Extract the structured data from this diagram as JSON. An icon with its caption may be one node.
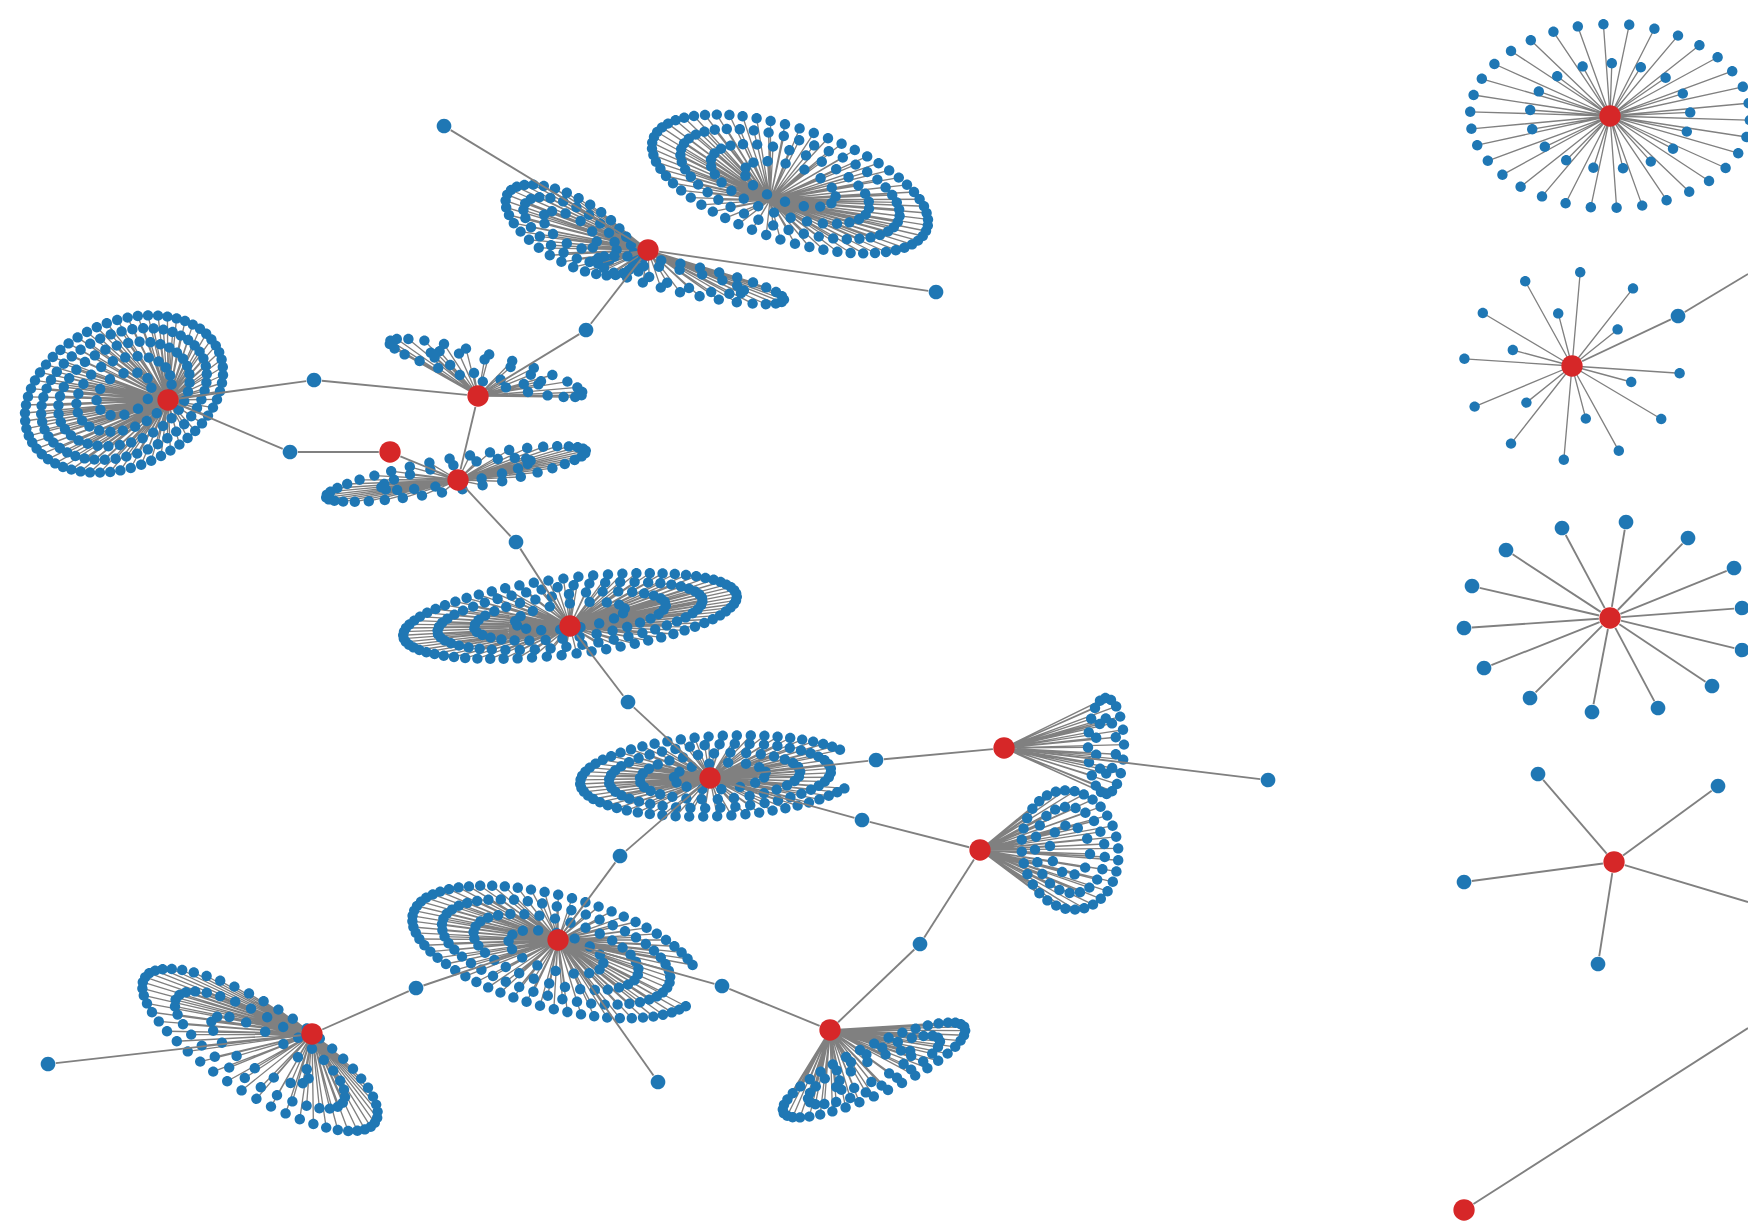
{
  "diagram": {
    "nodes": [
      {
        "text": [],
        "shape": "circle"
      },
      {
        "text": [],
        "shape": "circle"
      },
      {
        "text": [],
        "shape": "circle"
      },
      {
        "text": [],
        "shape": "circle"
      },
      {
        "text": [],
        "shape": "circle"
      },
      {
        "text": [],
        "shape": "circle"
      },
      {
        "text": [],
        "shape": "circle"
      },
      {
        "text": [],
        "shape": "circle"
      },
      {
        "text": [],
        "shape": "circle"
      },
      {
        "text": [],
        "shape": "circle"
      },
      {
        "text": [],
        "shape": "circle"
      },
      {
        "text": [],
        "shape": "circle"
      },
      {
        "text": [],
        "shape": "circle"
      },
      {
        "text": [],
        "shape": "circle"
      },
      {
        "text": [],
        "shape": "circle"
      },
      {
        "text": [],
        "shape": "circle"
      },
      {
        "text": [],
        "shape": "circle"
      },
      {
        "text": [],
        "shape": "circle"
      },
      {
        "text": [],
        "shape": "circle"
      },
      {
        "text": [],
        "shape": "circle"
      },
      {
        "text": [],
        "shape": "circle"
      },
      {
        "text": [],
        "shape": "circle"
      },
      {
        "text": [],
        "shape": "circle"
      },
      {
        "text": [],
        "shape": "circle"
      },
      {
        "text": [],
        "shape": "circle"
      },
      {
        "text": [],
        "shape": "circle"
      },
      {
        "text": [],
        "shape": "circle"
      },
      {
        "text": [],
        "shape": "circle"
      },
      {
        "text": [],
        "shape": "circle"
      },
      {
        "text": [],
        "shape": "circle"
      },
      {
        "text": [],
        "shape": "circle"
      },
      {
        "text": [],
        "shape": "circle"
      },
      {
        "text": [],
        "shape": "circle"
      },
      {
        "text": [],
        "shape": "circle"
      },
      {
        "text": [],
        "shape": "circle"
      },
      {
        "text": [],
        "shape": "circle"
      },
      {
        "text": [],
        "shape": "circle"
      },
      {
        "text": [],
        "shape": "circle"
      },
      {
        "text": [],
        "shape": "circle"
      },
      {
        "text": [],
        "shape": "circle"
      },
      {
        "text": [],
        "shape": "circle"
      },
      {
        "text": [],
        "shape": "circle"
      },
      {
        "text": [],
        "shape": "circle"
      },
      {
        "text": [],
        "shape": "circle"
      },
      {
        "text": [],
        "shape": "circle"
      },
      {
        "text": [],
        "shape": "circle"
      },
      {
        "text": [],
        "shape": "circle"
      },
      {
        "text": [],
        "shape": "circle"
      },
      {
        "text": [],
        "shape": "circle"
      },
      {
        "text": [],
        "shape": "circle"
      },
      {
        "text": [],
        "shape": "circle"
      },
      {
        "text": [],
        "shape": "circle"
      }
    ],
    "edges": [
      {
        "from": 17,
        "to": 0,
        "arrow": "none"
      },
      {
        "from": 18,
        "to": 0,
        "arrow": "none"
      },
      {
        "from": 0,
        "to": 19,
        "arrow": "none"
      },
      {
        "from": 19,
        "to": 2,
        "arrow": "none"
      },
      {
        "from": 1,
        "to": 20,
        "arrow": "none"
      },
      {
        "from": 20,
        "to": 2,
        "arrow": "none"
      },
      {
        "from": 1,
        "to": 21,
        "arrow": "none"
      },
      {
        "from": 21,
        "to": 4,
        "arrow": "none"
      },
      {
        "from": 4,
        "to": 3,
        "arrow": "none"
      },
      {
        "from": 2,
        "to": 3,
        "arrow": "none"
      },
      {
        "from": 3,
        "to": 22,
        "arrow": "none"
      },
      {
        "from": 22,
        "to": 5,
        "arrow": "none"
      },
      {
        "from": 5,
        "to": 23,
        "arrow": "none"
      },
      {
        "from": 23,
        "to": 6,
        "arrow": "none"
      },
      {
        "from": 6,
        "to": 24,
        "arrow": "none"
      },
      {
        "from": 24,
        "to": 9,
        "arrow": "none"
      },
      {
        "from": 6,
        "to": 25,
        "arrow": "none"
      },
      {
        "from": 25,
        "to": 8,
        "arrow": "none"
      },
      {
        "from": 6,
        "to": 26,
        "arrow": "none"
      },
      {
        "from": 26,
        "to": 7,
        "arrow": "none"
      },
      {
        "from": 7,
        "to": 27,
        "arrow": "none"
      },
      {
        "from": 8,
        "to": 28,
        "arrow": "none"
      },
      {
        "from": 28,
        "to": 11,
        "arrow": "none"
      },
      {
        "from": 9,
        "to": 29,
        "arrow": "none"
      },
      {
        "from": 29,
        "to": 11,
        "arrow": "none"
      },
      {
        "from": 9,
        "to": 30,
        "arrow": "none"
      },
      {
        "from": 30,
        "to": 10,
        "arrow": "none"
      },
      {
        "from": 9,
        "to": 31,
        "arrow": "none"
      },
      {
        "from": 10,
        "to": 32,
        "arrow": "none"
      },
      {
        "from": 33,
        "to": null,
        "arrow": "none"
      },
      {
        "from": 13,
        "to": 33,
        "arrow": "none"
      },
      {
        "from": 15,
        "to": null,
        "arrow": "none"
      },
      {
        "from": 16,
        "to": null,
        "arrow": "none"
      },
      {
        "from": 15,
        "to": 34,
        "arrow": "none"
      },
      {
        "from": 15,
        "to": 35,
        "arrow": "none"
      },
      {
        "from": 15,
        "to": 36,
        "arrow": "none"
      },
      {
        "from": 15,
        "to": 37,
        "arrow": "none"
      },
      {
        "from": 14,
        "to": 38,
        "arrow": "none"
      },
      {
        "from": 14,
        "to": 39,
        "arrow": "none"
      },
      {
        "from": 14,
        "to": 40,
        "arrow": "none"
      },
      {
        "from": 14,
        "to": 41,
        "arrow": "none"
      },
      {
        "from": 14,
        "to": 42,
        "arrow": "none"
      },
      {
        "from": 14,
        "to": 43,
        "arrow": "none"
      },
      {
        "from": 14,
        "to": 44,
        "arrow": "none"
      },
      {
        "from": 14,
        "to": 45,
        "arrow": "none"
      },
      {
        "from": 14,
        "to": 46,
        "arrow": "none"
      },
      {
        "from": 14,
        "to": 47,
        "arrow": "none"
      },
      {
        "from": 14,
        "to": 48,
        "arrow": "none"
      },
      {
        "from": 14,
        "to": 49,
        "arrow": "none"
      },
      {
        "from": 14,
        "to": 50,
        "arrow": "none"
      },
      {
        "from": 14,
        "to": 51,
        "arrow": "none"
      }
    ]
  }
}
